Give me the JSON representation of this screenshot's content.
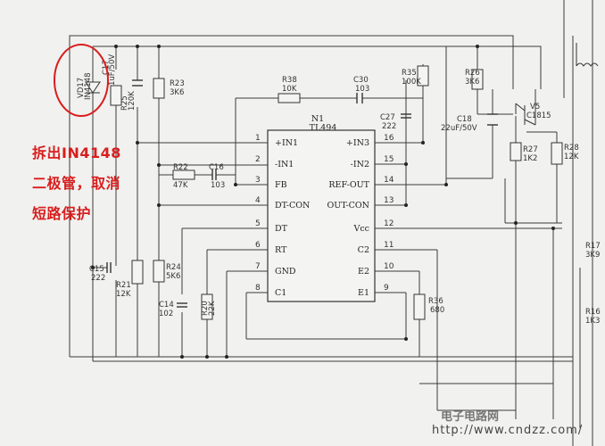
{
  "ic": {
    "ref": "N1",
    "part": "TL494",
    "left_pins": [
      {
        "num": "1",
        "name": "+IN1"
      },
      {
        "num": "2",
        "name": "-IN1"
      },
      {
        "num": "3",
        "name": "FB"
      },
      {
        "num": "4",
        "name": "DT-CON"
      },
      {
        "num": "5",
        "name": "DT"
      },
      {
        "num": "6",
        "name": "RT"
      },
      {
        "num": "7",
        "name": "GND"
      },
      {
        "num": "8",
        "name": "C1"
      }
    ],
    "right_pins": [
      {
        "num": "16",
        "name": "+IN3"
      },
      {
        "num": "15",
        "name": "-IN2"
      },
      {
        "num": "14",
        "name": "REF-OUT"
      },
      {
        "num": "13",
        "name": "OUT-CON"
      },
      {
        "num": "12",
        "name": "Vcc"
      },
      {
        "num": "11",
        "name": "C2"
      },
      {
        "num": "10",
        "name": "E2"
      },
      {
        "num": "9",
        "name": "E1"
      }
    ]
  },
  "components": {
    "vd": {
      "ref": "VD17",
      "value": "IN4148"
    },
    "c17": {
      "ref": "C17",
      "value": "1uF/50V"
    },
    "r23": {
      "ref": "R23",
      "value": "3K6"
    },
    "r25": {
      "ref": "R25",
      "value": "120K"
    },
    "r38": {
      "ref": "R38",
      "value": "10K"
    },
    "c30": {
      "ref": "C30",
      "value": "103"
    },
    "r35": {
      "ref": "R35",
      "value": "100K"
    },
    "r26": {
      "ref": "R26",
      "value": "3K6"
    },
    "c27": {
      "ref": "C27",
      "value": "222"
    },
    "c18": {
      "ref": "C18",
      "value": "22uF/50V"
    },
    "v5": {
      "ref": "V5",
      "value": "C1815"
    },
    "r27": {
      "ref": "R27",
      "value": "1K2"
    },
    "r28": {
      "ref": "R28",
      "value": "12K"
    },
    "r22": {
      "ref": "R22",
      "value": "47K"
    },
    "c16": {
      "ref": "C16",
      "value": "103"
    },
    "c15": {
      "ref": "C15",
      "value": "222"
    },
    "r21": {
      "ref": "R21",
      "value": "12K"
    },
    "r24": {
      "ref": "R24",
      "value": "5K6"
    },
    "c14": {
      "ref": "C14",
      "value": "102"
    },
    "r20": {
      "ref": "R20",
      "value": "22K"
    },
    "r36": {
      "ref": "R36",
      "value": "680"
    },
    "r17": {
      "ref": "R17",
      "value": "3K9"
    },
    "r16": {
      "ref": "R16",
      "value": "1K3"
    }
  },
  "annotation": {
    "line1": "拆出IN4148",
    "line2": "二极管，取消",
    "line3": "短路保护"
  },
  "watermark": {
    "title": "电子电路网",
    "url": "http://www.cndzz.com/"
  },
  "colors": {
    "annotation": "#d81e1e",
    "wire": "#333333",
    "background": "#f1f1ef"
  }
}
